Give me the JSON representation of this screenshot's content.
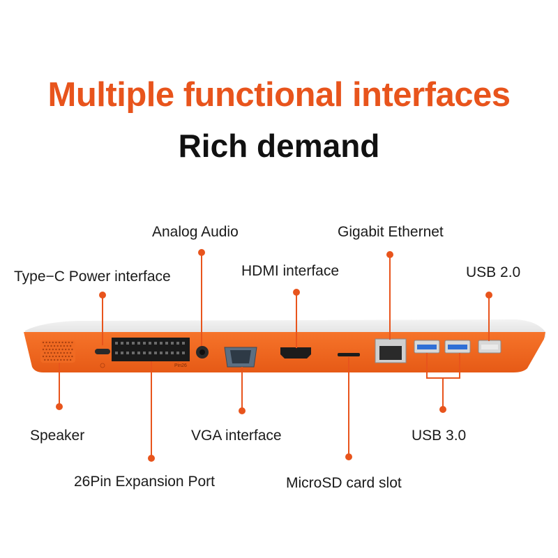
{
  "header": {
    "title": "Multiple functional interfaces",
    "subtitle": "Rich demand"
  },
  "colors": {
    "accent": "#e8541c",
    "body_orange": "#f26a1f",
    "usb3_blue": "#2f6fd6"
  },
  "device": {
    "pin_label": "Pin26"
  },
  "callouts": {
    "type_c": "Type−C Power interface",
    "analog_audio": "Analog Audio",
    "hdmi": "HDMI interface",
    "gigabit_ethernet": "Gigabit Ethernet",
    "usb2": "USB 2.0",
    "speaker": "Speaker",
    "expansion": "26Pin Expansion Port",
    "vga": "VGA interface",
    "microsd": "MicroSD card slot",
    "usb3": "USB 3.0"
  }
}
